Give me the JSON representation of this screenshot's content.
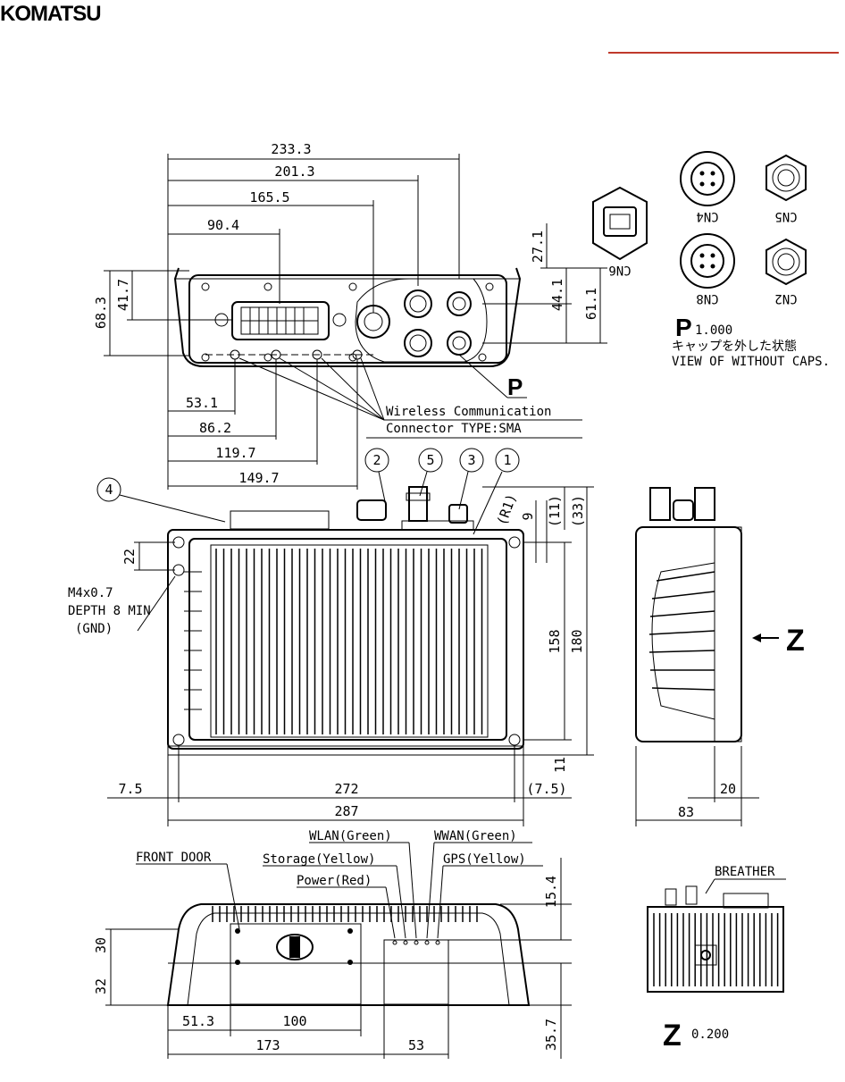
{
  "brand": "KOMATSU",
  "top_view": {
    "dims": {
      "d233": "233.3",
      "d201": "201.3",
      "d165": "165.5",
      "d90": "90.4",
      "d68": "68.3",
      "d41": "41.7",
      "d27": "27.1",
      "d44": "44.1",
      "d61": "61.1",
      "d53": "53.1",
      "d86": "86.2",
      "d119": "119.7",
      "d149": "149.7"
    },
    "wireless_line1": "Wireless Communication",
    "wireless_line2": "Connector TYPE:SMA",
    "p_label": "P"
  },
  "caps_view": {
    "connectors": [
      "CN6",
      "CN4",
      "CN5",
      "CN8",
      "CN2"
    ],
    "p_letter": "P",
    "scale": "1.000",
    "jp_caption": "キャップを外した状態",
    "caption": "VIEW OF WITHOUT CAPS."
  },
  "front_view": {
    "callouts": [
      "1",
      "2",
      "3",
      "4",
      "5"
    ],
    "screw_note": [
      "M4x0.7",
      "DEPTH 8 MIN",
      "(GND)"
    ],
    "dims": {
      "d22": "22",
      "d158": "158",
      "d180": "180",
      "d11": "11",
      "r1": "(R1)",
      "d9": "9",
      "d11p": "(11)",
      "d33p": "(33)",
      "d75": "7.5",
      "d272": "272",
      "d75p": "(7.5)",
      "d287": "287"
    }
  },
  "side_view": {
    "z_label": "Z",
    "dims": {
      "d20": "20",
      "d83": "83"
    }
  },
  "bottom_view": {
    "labels": {
      "front_door": "FRONT DOOR",
      "wlan": "WLAN(Green)",
      "wwan": "WWAN(Green)",
      "storage": "Storage(Yellow)",
      "gps": "GPS(Yellow)",
      "power": "Power(Red)"
    },
    "dims": {
      "d15": "15.4",
      "d30": "30",
      "d32": "32",
      "d35": "35.7",
      "d51": "51.3",
      "d100": "100",
      "d173": "173",
      "d53": "53"
    }
  },
  "z_view": {
    "breather": "BREATHER",
    "z_letter": "Z",
    "scale": "0.200"
  }
}
